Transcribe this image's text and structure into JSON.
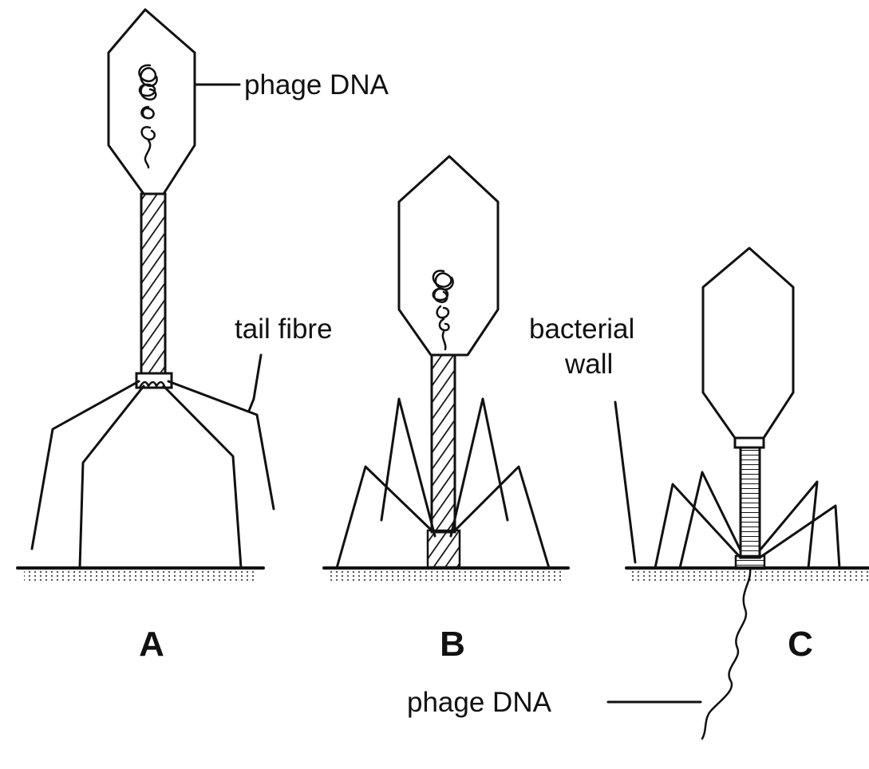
{
  "labels": {
    "phage_dna_top": "phage DNA",
    "tail_fibre": "tail fibre",
    "bacterial_wall_line1": "bacterial",
    "bacterial_wall_line2": "wall",
    "phage_dna_bottom": "phage DNA"
  },
  "panels": {
    "a": "A",
    "b": "B",
    "c": "C"
  }
}
